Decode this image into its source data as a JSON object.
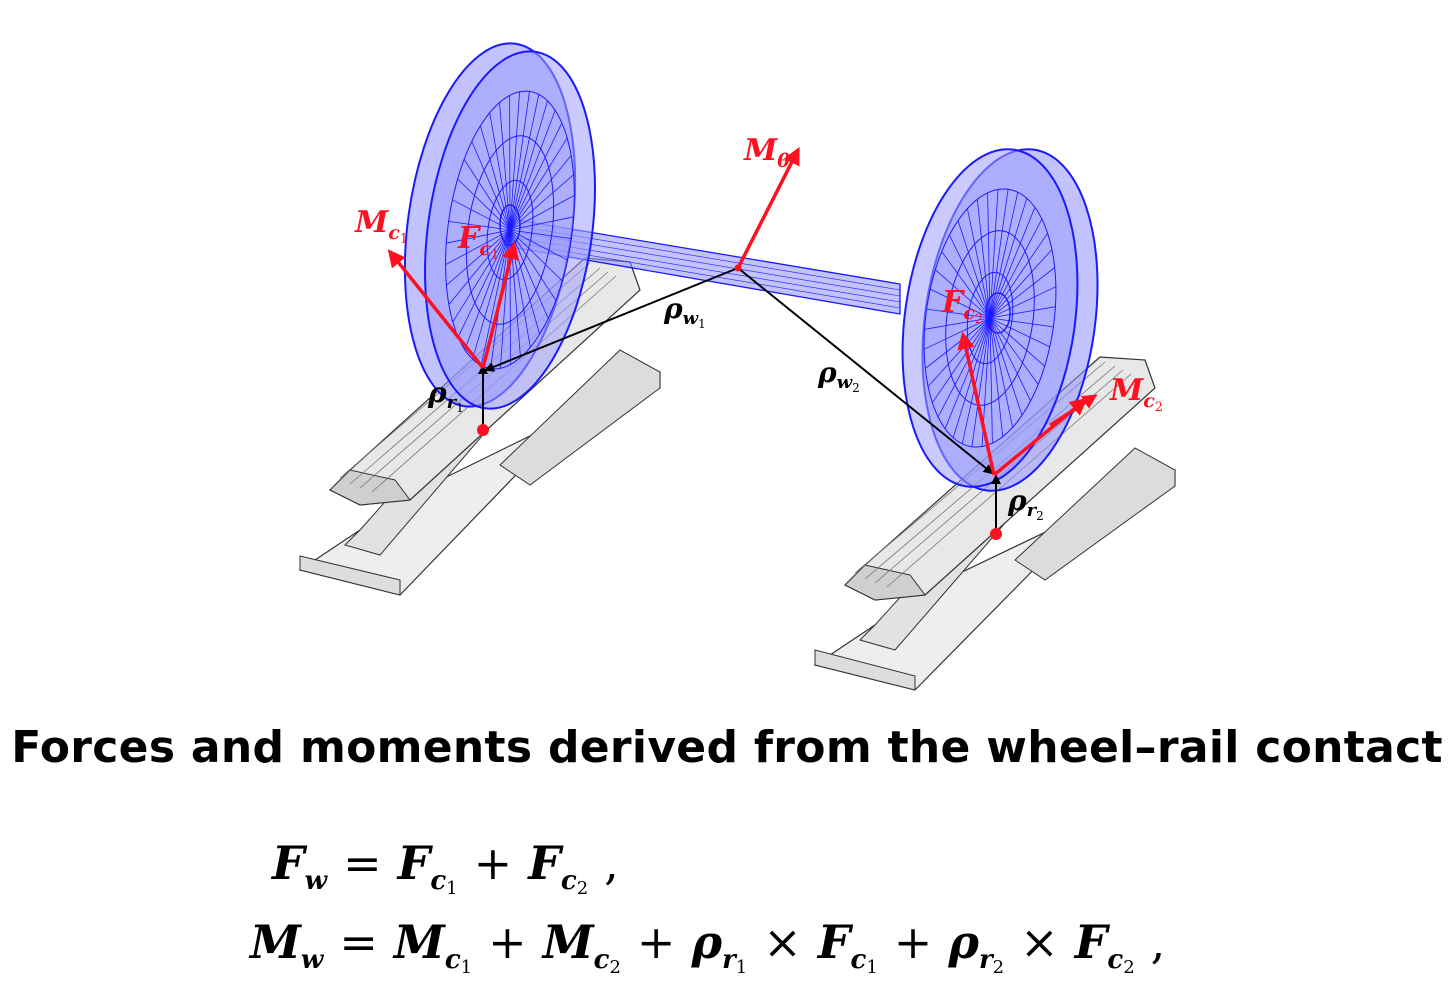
{
  "figure": {
    "labels": {
      "M_theta": {
        "base": "M",
        "sub": "θ"
      },
      "M_c1": {
        "base": "M",
        "sub": "c",
        "subsub": "1"
      },
      "F_c1": {
        "base": "F",
        "sub": "c",
        "subsub": "1"
      },
      "F_c2": {
        "base": "F",
        "sub": "c",
        "subsub": "2"
      },
      "M_c2": {
        "base": "M",
        "sub": "c",
        "subsub": "2"
      },
      "rho_w1": {
        "base": "ρ",
        "sub": "w",
        "subsub": "1"
      },
      "rho_w2": {
        "base": "ρ",
        "sub": "w",
        "subsub": "2"
      },
      "rho_r1": {
        "base": "ρ",
        "sub": "r",
        "subsub": "1"
      },
      "rho_r2": {
        "base": "ρ",
        "sub": "r",
        "subsub": "2"
      }
    },
    "colors": {
      "wheel_mesh": "#1a1aff",
      "wheel_fill": "#8f8fff",
      "force_arrow": "#ff1020",
      "position_vector": "#000000",
      "rail": "#d9d9d9",
      "rail_edge": "#333333"
    }
  },
  "heading": "Forces and moments derived from the wheel–rail contact",
  "equations": {
    "eq1": {
      "lhs": {
        "base": "F",
        "sub": "w"
      },
      "eq": "=",
      "t1": {
        "base": "F",
        "sub": "c",
        "subsub": "1"
      },
      "plus": "+",
      "t2": {
        "base": "F",
        "sub": "c",
        "subsub": "2"
      },
      "end": ","
    },
    "eq2": {
      "lhs": {
        "base": "M",
        "sub": "w"
      },
      "eq": "=",
      "t1": {
        "base": "M",
        "sub": "c",
        "subsub": "1"
      },
      "plus1": "+",
      "t2": {
        "base": "M",
        "sub": "c",
        "subsub": "2"
      },
      "plus2": "+",
      "t3a": {
        "base": "ρ",
        "sub": "r",
        "subsub": "1"
      },
      "times1": "×",
      "t3b": {
        "base": "F",
        "sub": "c",
        "subsub": "1"
      },
      "plus3": "+",
      "t4a": {
        "base": "ρ",
        "sub": "r",
        "subsub": "2"
      },
      "times2": "×",
      "t4b": {
        "base": "F",
        "sub": "c",
        "subsub": "2"
      },
      "end": ","
    }
  }
}
